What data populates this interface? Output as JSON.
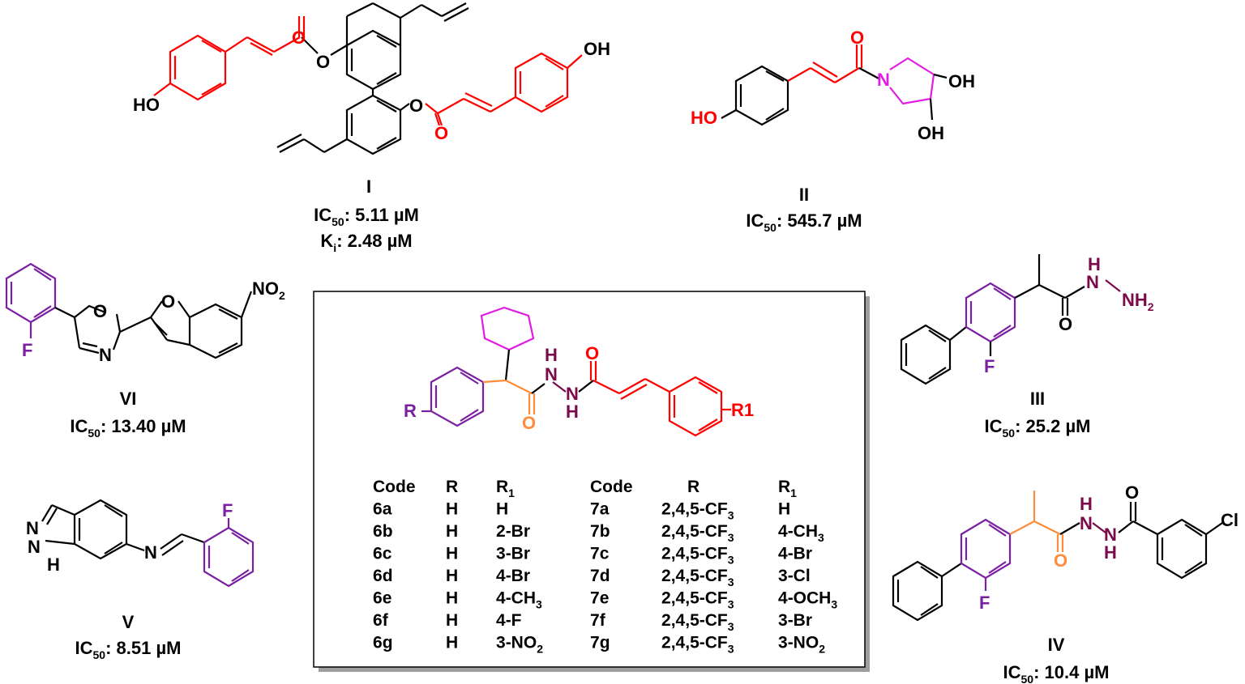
{
  "compounds": {
    "I": {
      "name": "I",
      "ic50": "5.11 µM",
      "ki": "2.48 µM"
    },
    "II": {
      "name": "II",
      "ic50": "545.7 µM"
    },
    "III": {
      "name": "III",
      "ic50": "25.2 µM"
    },
    "IV": {
      "name": "IV",
      "ic50": "10.4 µM"
    },
    "V": {
      "name": "V",
      "ic50": "8.51 µM"
    },
    "VI": {
      "name": "VI",
      "ic50": "13.40 µM"
    }
  },
  "labels": {
    "ic": "IC",
    "sub50": "50",
    "k": "K",
    "subi": "i",
    "colon": ":"
  },
  "atoms": {
    "O": "O",
    "OH": "OH",
    "HO": "HO",
    "N": "N",
    "H": "H",
    "NH2": "NH",
    "sub2": "2",
    "NO2": "NO",
    "F": "F",
    "Cl": "Cl",
    "R": "R",
    "R1": "R1"
  },
  "table": {
    "headers_left": [
      "Code",
      "R",
      "R1"
    ],
    "headers_right": [
      "Code",
      "R",
      "R1"
    ],
    "rows_left": [
      [
        "6a",
        "H",
        "H"
      ],
      [
        "6b",
        "H",
        "2-Br"
      ],
      [
        "6c",
        "H",
        "3-Br"
      ],
      [
        "6d",
        "H",
        "4-Br"
      ],
      [
        "6e",
        "H",
        "4-CH3"
      ],
      [
        "6f",
        "H",
        "4-F"
      ],
      [
        "6g",
        "H",
        "3-NO2"
      ]
    ],
    "rows_right": [
      [
        "7a",
        "2,4,5-CF3",
        "H"
      ],
      [
        "7b",
        "2,4,5-CF3",
        "4-CH3"
      ],
      [
        "7c",
        "2,4,5-CF3",
        "4-Br"
      ],
      [
        "7d",
        "2,4,5-CF3",
        "3-Cl"
      ],
      [
        "7e",
        "2,4,5-CF3",
        "4-OCH3"
      ],
      [
        "7f",
        "2,4,5-CF3",
        "3-Br"
      ],
      [
        "7g",
        "2,4,5-CF3",
        "3-NO2"
      ]
    ]
  },
  "colors": {
    "cinnamoyl": "#ff0000",
    "pyrrolidine": "#e11de1",
    "aryl": "#7b1fa2",
    "carbonyl": "#ff8c3a",
    "hydrazide": "#7a0a4a",
    "bond": "#000000"
  }
}
